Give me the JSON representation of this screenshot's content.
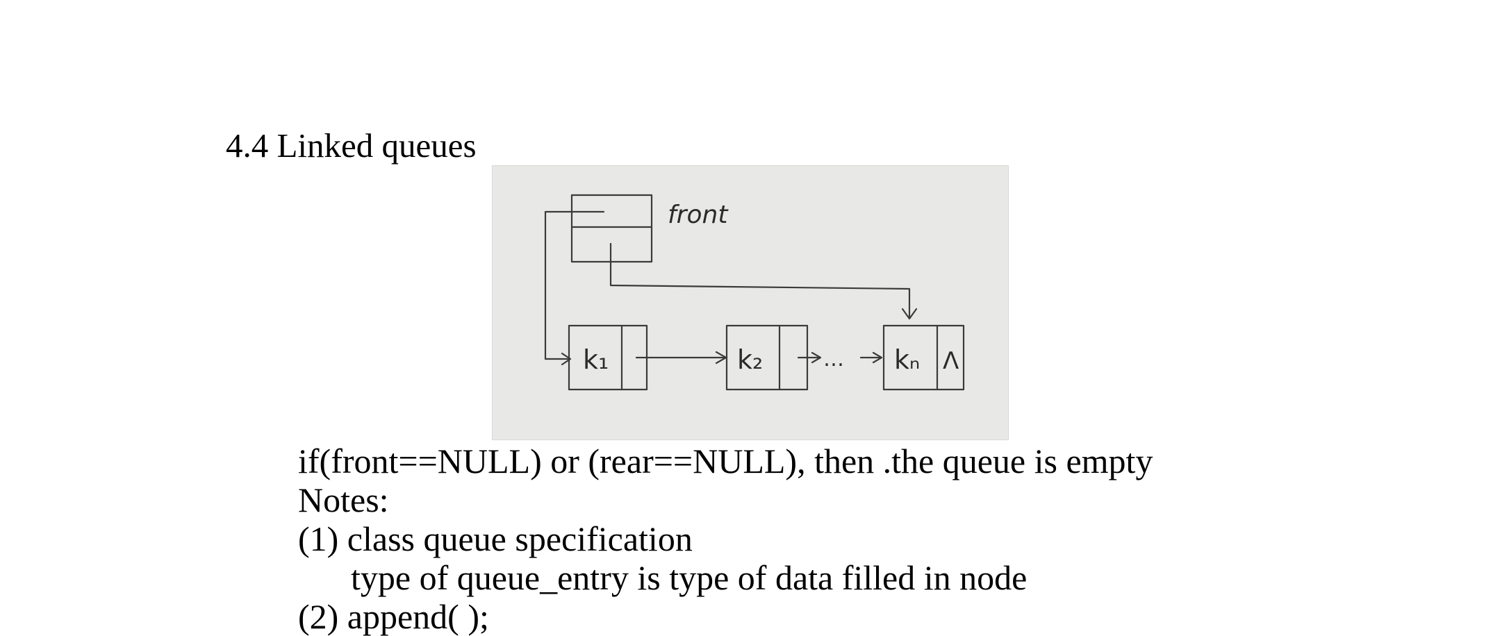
{
  "document": {
    "heading": "4.4 Linked queues",
    "figure": {
      "front_label": "front",
      "node_labels": [
        "k₁",
        "k₂",
        "kₙ"
      ],
      "ellipsis": "…",
      "null_marker": "Λ"
    },
    "lines": [
      "if(front==NULL) or (rear==NULL), then .the queue is empty",
      "Notes:",
      "(1) class queue specification",
      "type of queue_entry is type of data filled in node",
      "(2) append(     );"
    ]
  }
}
